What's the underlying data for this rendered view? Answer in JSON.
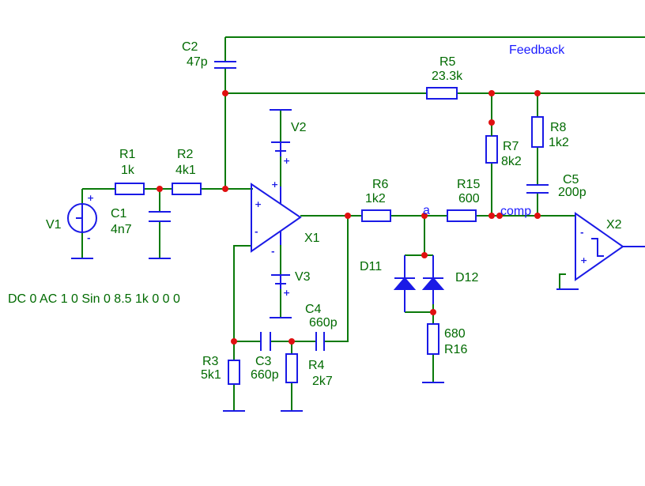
{
  "components": {
    "c2": {
      "name": "C2",
      "value": "47p"
    },
    "r5": {
      "name": "R5",
      "value": "23.3k"
    },
    "r1": {
      "name": "R1",
      "value": "1k"
    },
    "r2": {
      "name": "R2",
      "value": "4k1"
    },
    "c1": {
      "name": "C1",
      "value": "4n7"
    },
    "v1": {
      "name": "V1"
    },
    "v2": {
      "name": "V2"
    },
    "v3": {
      "name": "V3"
    },
    "x1": {
      "name": "X1"
    },
    "x2": {
      "name": "X2"
    },
    "r6": {
      "name": "R6",
      "value": "1k2"
    },
    "r15": {
      "name": "R15",
      "value": "600"
    },
    "r7": {
      "name": "R7",
      "value": "8k2"
    },
    "r8": {
      "name": "R8",
      "value": "1k2"
    },
    "c5": {
      "name": "C5",
      "value": "200p"
    },
    "d11": {
      "name": "D11"
    },
    "d12": {
      "name": "D12"
    },
    "r16": {
      "name": "R16",
      "value": "680"
    },
    "c4": {
      "name": "C4",
      "value": "660p"
    },
    "c3": {
      "name": "C3",
      "value": "660p"
    },
    "r3": {
      "name": "R3",
      "value": "5k1"
    },
    "r4": {
      "name": "R4",
      "value": "2k7"
    }
  },
  "nets": {
    "feedback": "Feedback",
    "a": "a",
    "comp": "comp"
  },
  "source_spec": "DC 0 AC 1 0 Sin 0 8.5 1k 0 0 0"
}
